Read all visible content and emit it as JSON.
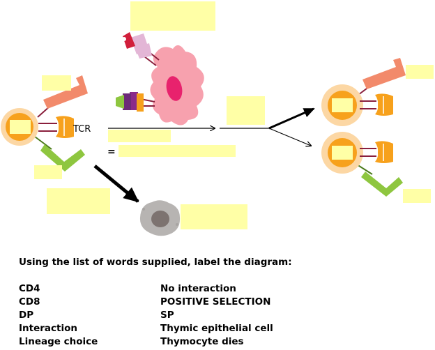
{
  "diagram": {
    "tcr_label": "TCR",
    "equals_sign": "="
  },
  "instruction": "Using the list of words supplied, label the diagram:",
  "word_list": {
    "column1": [
      "CD4",
      "CD8",
      "DP",
      "Interaction",
      "Lineage choice"
    ],
    "column2": [
      "No interaction",
      "POSITIVE SELECTION",
      "SP",
      "Thymic epithelial cell",
      "Thymocyte dies"
    ]
  },
  "colors": {
    "label_box": "#ffffa6",
    "cell_outer": "#fcd7a4",
    "cell_nucleus": "#f7a11c",
    "cd4": "#f28a6b",
    "cd8": "#8ec63f",
    "tcr": "#f7a11c",
    "epithelial_cell": "#f7a1ae",
    "epithelial_nucleus": "#e8226d",
    "mhc_class1": "#e3b6d6",
    "mhc_class2": "#8a2a8a",
    "dead_cell": "#b7b4b2"
  }
}
